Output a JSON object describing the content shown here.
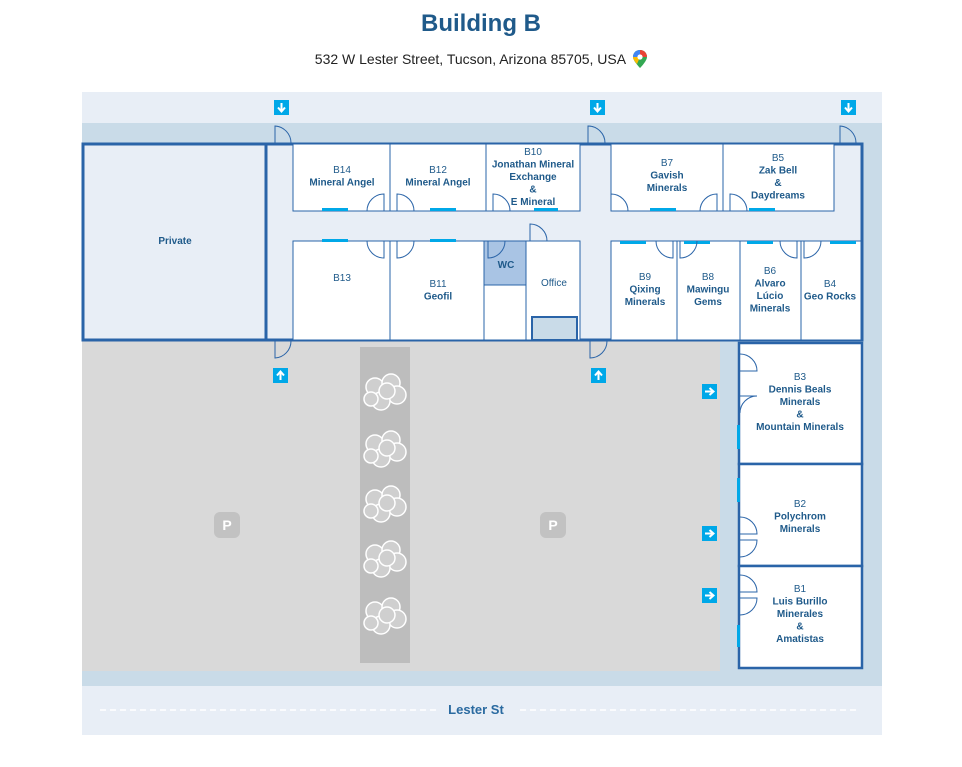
{
  "header": {
    "title": "Building B",
    "address": "532 W Lester Street, Tucson, Arizona 85705, USA"
  },
  "colors": {
    "outer_bg": "#e8eef6",
    "corridor": "#c9dbe8",
    "wall": "#2a64a8",
    "room": "#ffffff",
    "parking": "#d9d9d9",
    "planter": "#bdbdbd",
    "arrow": "#00a8e8",
    "wc": "#a9c4e4",
    "door_marker": "#00a8e8"
  },
  "rooms": {
    "private": {
      "name": "Private"
    },
    "b14": {
      "code": "B14",
      "lines": [
        "Mineral Angel"
      ]
    },
    "b12": {
      "code": "B12",
      "lines": [
        "Mineral Angel"
      ]
    },
    "b10": {
      "code": "B10",
      "lines": [
        "Jonathan Mineral",
        "Exchange",
        "&",
        "E Mineral"
      ]
    },
    "b7": {
      "code": "B7",
      "lines": [
        "Gavish",
        "Minerals"
      ]
    },
    "b5": {
      "code": "B5",
      "lines": [
        "Zak Bell",
        "&",
        "Daydreams"
      ]
    },
    "b13": {
      "code": "B13",
      "lines": []
    },
    "b11": {
      "code": "B11",
      "lines": [
        "Geofil"
      ]
    },
    "wc": {
      "name": "WC"
    },
    "office": {
      "name": "Office"
    },
    "b9": {
      "code": "B9",
      "lines": [
        "Qixing",
        "Minerals"
      ]
    },
    "b8": {
      "code": "B8",
      "lines": [
        "Mawingu",
        "Gems"
      ]
    },
    "b6": {
      "code": "B6",
      "lines": [
        "Alvaro",
        "Lúcio",
        "Minerals"
      ]
    },
    "b4": {
      "code": "B4",
      "lines": [
        "Geo Rocks"
      ]
    },
    "b3": {
      "code": "B3",
      "lines": [
        "Dennis Beals",
        "Minerals",
        "&",
        "Mountain Minerals"
      ]
    },
    "b2": {
      "code": "B2",
      "lines": [
        "Polychrom",
        "Minerals"
      ]
    },
    "b1": {
      "code": "B1",
      "lines": [
        "Luis Burillo",
        "Minerales",
        "&",
        "Amatistas"
      ]
    }
  },
  "parking": {
    "symbol": "P"
  },
  "street": {
    "name": "Lester St"
  },
  "icons": {
    "entrance_down": "arrow-down-icon",
    "entrance_up": "arrow-up-icon",
    "entrance_right": "arrow-right-icon",
    "parking": "parking-icon",
    "tree": "tree-icon",
    "location_pin": "map-pin-icon"
  }
}
